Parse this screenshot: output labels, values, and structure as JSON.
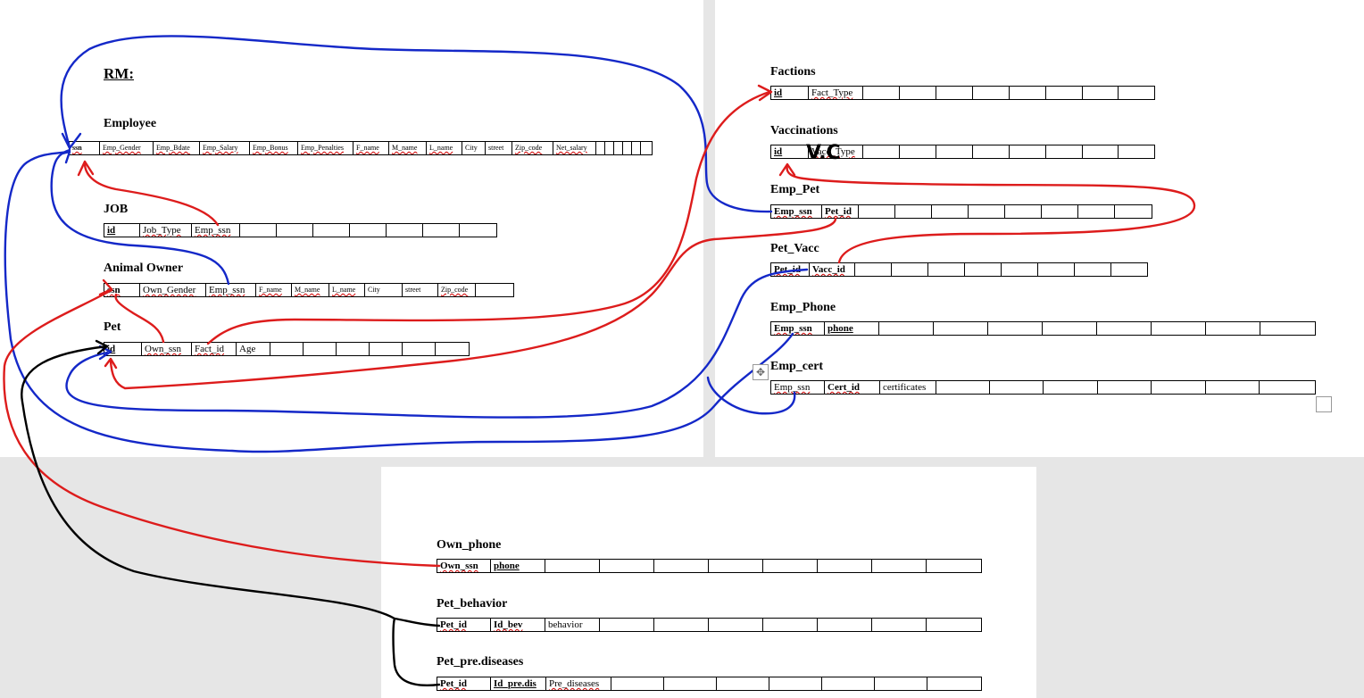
{
  "heading": "RM:",
  "handwritten_note": "V.C",
  "tables": {
    "employee": {
      "title": "Employee",
      "cells": [
        "ssn",
        "Emp_Gender",
        "Emp_Bdate",
        "Emp_Salary",
        "Emp_Bonus",
        "Emp_Penalties",
        "F_name",
        "M_name",
        "L_name",
        "City",
        "street",
        "Zip_code",
        "Net_salary",
        "",
        "",
        "",
        "",
        "",
        ""
      ]
    },
    "job": {
      "title": "JOB",
      "cells": [
        "id",
        "Job_Type",
        "Emp_ssn",
        "",
        "",
        "",
        "",
        "",
        "",
        "",
        ""
      ]
    },
    "animal_owner": {
      "title": "Animal Owner",
      "cells": [
        "ssn",
        "Own_Gender",
        "Emp_ssn",
        "F_name",
        "M_name",
        "L_name",
        "City",
        "street",
        "Zip_code",
        ""
      ]
    },
    "pet": {
      "title": "Pet",
      "cells": [
        "id",
        "Own_ssn",
        "Fact_id",
        "Age",
        "",
        "",
        "",
        "",
        "",
        ""
      ]
    },
    "factions": {
      "title": "Factions",
      "cells": [
        "id",
        "Fact_Type",
        "",
        "",
        "",
        "",
        "",
        "",
        "",
        ""
      ]
    },
    "vaccinations": {
      "title": "Vaccinations",
      "cells": [
        "id",
        "Vacc_Type",
        "",
        "",
        "",
        "",
        "",
        "",
        "",
        ""
      ]
    },
    "emp_pet": {
      "title": "Emp_Pet",
      "cells": [
        "Emp_ssn",
        "Pet_id",
        "",
        "",
        "",
        "",
        "",
        "",
        "",
        ""
      ]
    },
    "pet_vacc": {
      "title": "Pet_Vacc",
      "cells": [
        "Pet_id",
        "Vacc_id",
        "",
        "",
        "",
        "",
        "",
        "",
        "",
        ""
      ]
    },
    "emp_phone": {
      "title": "Emp_Phone",
      "cells": [
        "Emp_ssn",
        "phone",
        "",
        "",
        "",
        "",
        "",
        "",
        "",
        ""
      ]
    },
    "emp_cert": {
      "title": "Emp_cert",
      "cells": [
        "Emp_ssn",
        "Cert_id",
        "certificates",
        "",
        "",
        "",
        "",
        "",
        "",
        ""
      ]
    },
    "own_phone": {
      "title": "Own_phone",
      "cells": [
        "Own_ssn",
        "phone",
        "",
        "",
        "",
        "",
        "",
        "",
        "",
        ""
      ]
    },
    "pet_behavior": {
      "title": "Pet_behavior",
      "cells": [
        "Pet_id",
        "Id_bev",
        "behavior",
        "",
        "",
        "",
        "",
        "",
        "",
        ""
      ]
    },
    "pet_pre_diseases": {
      "title": "Pet_pre.diseases",
      "cells": [
        "Pet_id",
        "Id_pre.dis",
        "Pre_diseases",
        "",
        "",
        "",
        "",
        "",
        "",
        ""
      ]
    }
  },
  "colors": {
    "fk_red": "#dd1c1c",
    "fk_blue": "#1428c8",
    "fk_black": "#000000",
    "squiggle": "#d00000",
    "page_bg": "#e6e6e6"
  }
}
